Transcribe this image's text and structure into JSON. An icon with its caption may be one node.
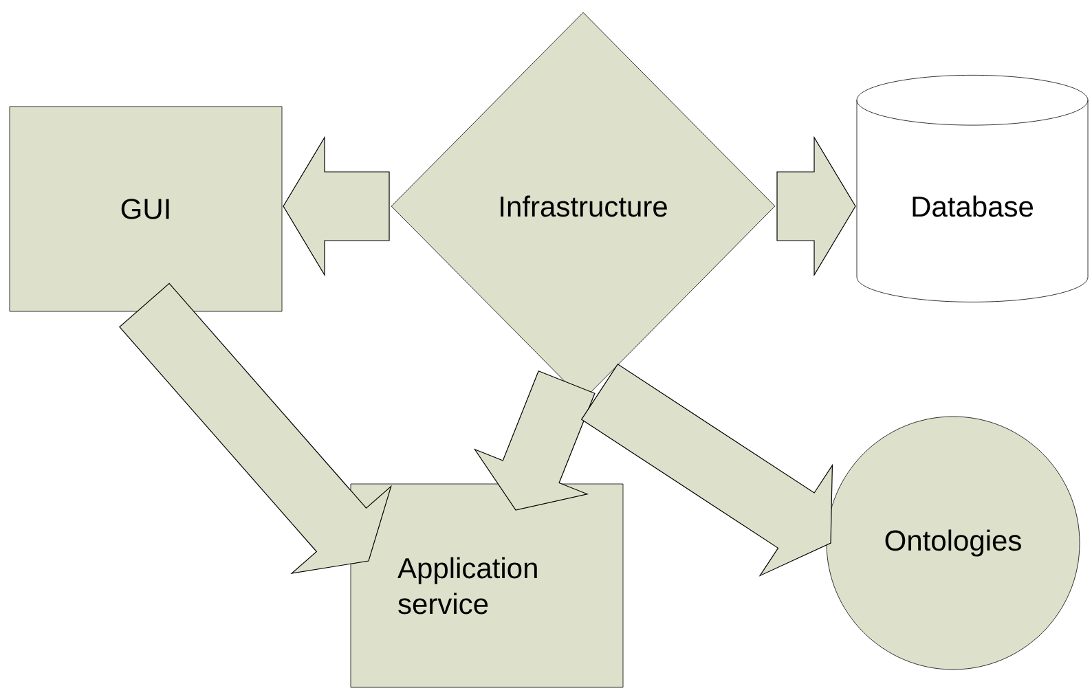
{
  "diagram": {
    "nodes": [
      {
        "text": [
          "GUI"
        ]
      },
      {
        "text": [
          "Infrastructure"
        ]
      },
      {
        "text": [
          "Database"
        ]
      },
      {
        "text": [
          "Application service"
        ]
      },
      {
        "text": [
          "Ontologies"
        ]
      }
    ],
    "edges": [
      {
        "from": 1,
        "to": 0,
        "arrow": "to"
      },
      {
        "from": 1,
        "to": 2,
        "arrow": "to"
      },
      {
        "from": 0,
        "to": 3,
        "arrow": "to"
      },
      {
        "from": 1,
        "to": 3,
        "arrow": "to"
      },
      {
        "from": 1,
        "to": 4,
        "arrow": "to"
      }
    ]
  }
}
